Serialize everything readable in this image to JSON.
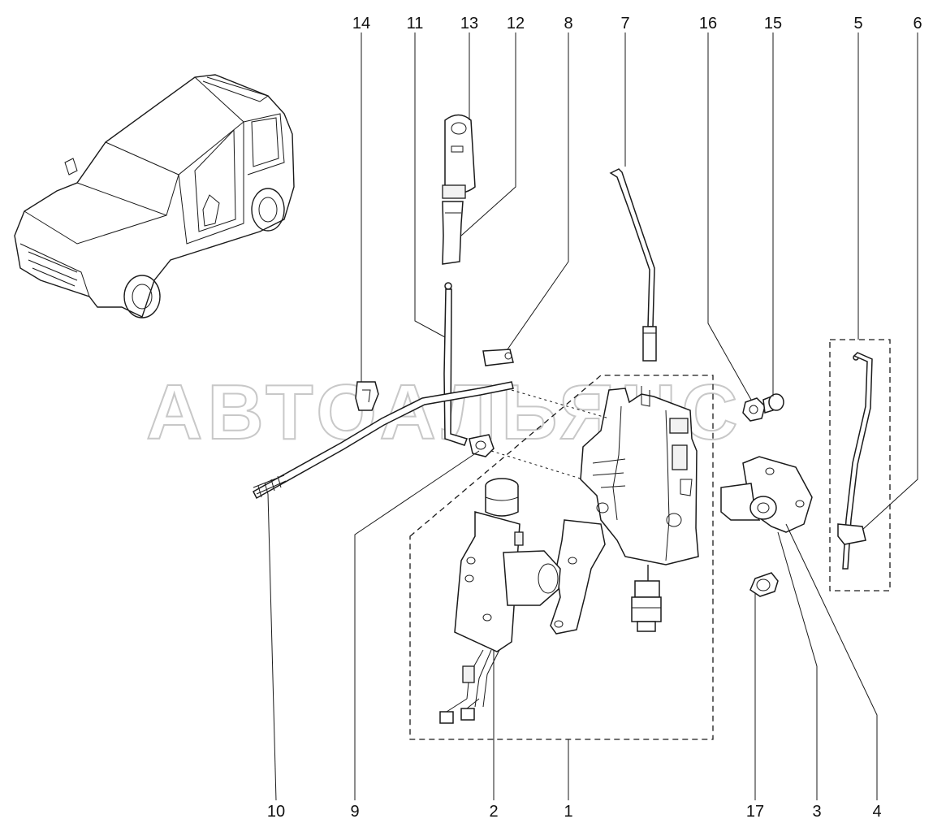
{
  "watermark": "АВТОАЛЬЯНС",
  "callouts": [
    {
      "id": "14",
      "label": "14"
    },
    {
      "id": "11",
      "label": "11"
    },
    {
      "id": "13",
      "label": "13"
    },
    {
      "id": "12",
      "label": "12"
    },
    {
      "id": "8",
      "label": "8"
    },
    {
      "id": "7",
      "label": "7"
    },
    {
      "id": "16",
      "label": "16"
    },
    {
      "id": "15",
      "label": "15"
    },
    {
      "id": "5",
      "label": "5"
    },
    {
      "id": "6",
      "label": "6"
    },
    {
      "id": "10",
      "label": "10"
    },
    {
      "id": "9",
      "label": "9"
    },
    {
      "id": "2",
      "label": "2"
    },
    {
      "id": "1",
      "label": "1"
    },
    {
      "id": "17",
      "label": "17"
    },
    {
      "id": "3",
      "label": "3"
    },
    {
      "id": "4",
      "label": "4"
    }
  ]
}
